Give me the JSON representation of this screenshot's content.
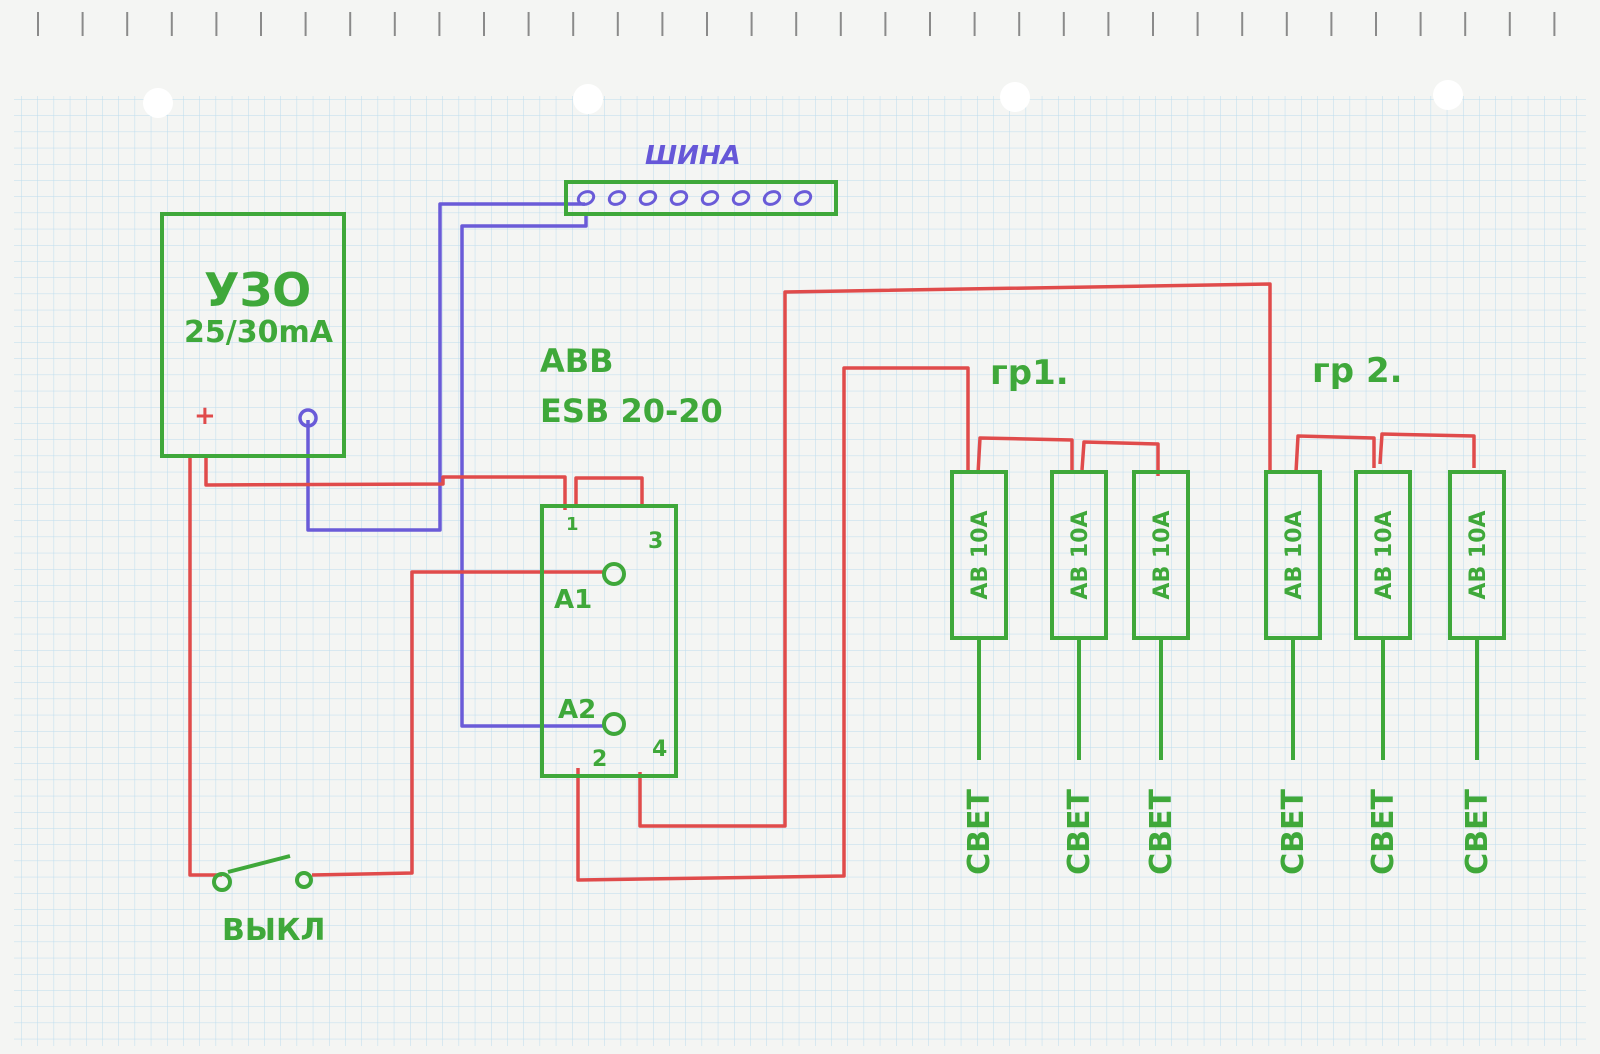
{
  "colors": {
    "paper": "#f6f7f4",
    "grid": "#b9dcef",
    "green": "#3fa83a",
    "red": "#e04b4b",
    "violet": "#6a5bd8"
  },
  "rcd": {
    "title": "УЗО",
    "rating": "25/30mA",
    "plus": "+"
  },
  "busbar": {
    "label": "ШИНА",
    "holes": 8
  },
  "contactor": {
    "brand": "ABB",
    "model": "ESB 20-20",
    "terminals": {
      "t1": "1",
      "t2": "2",
      "t3": "3",
      "t4": "4",
      "a1": "A1",
      "a2": "A2"
    }
  },
  "switch": {
    "label": "ВЫКЛ"
  },
  "groups": [
    {
      "label": "гр1.",
      "breakers": [
        {
          "label": "АВ 10А",
          "load": "СВЕТ"
        },
        {
          "label": "АВ 10А",
          "load": "СВЕТ"
        },
        {
          "label": "АВ 10А",
          "load": "СВЕТ"
        }
      ]
    },
    {
      "label": "гр 2.",
      "breakers": [
        {
          "label": "АВ 10А",
          "load": "СВЕТ"
        },
        {
          "label": "АВ 10А",
          "load": "СВЕТ"
        },
        {
          "label": "АВ 10А",
          "load": "СВЕТ"
        }
      ]
    }
  ]
}
